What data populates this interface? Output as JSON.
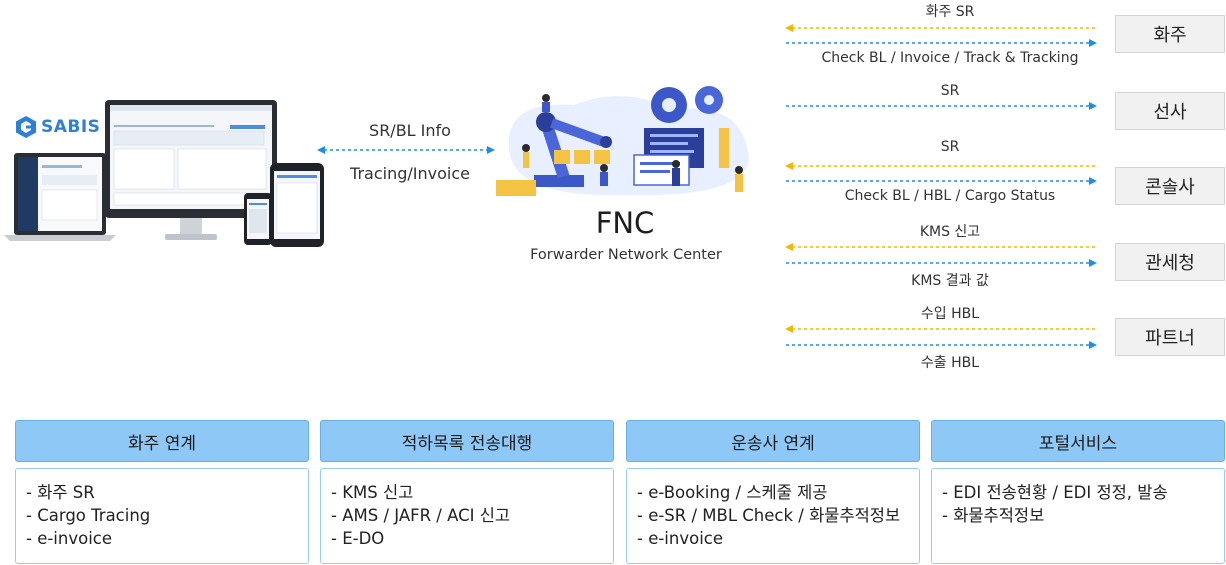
{
  "left": {
    "logo_text": "SABIS",
    "link_top": "SR/BL Info",
    "link_bottom": "Tracing/Invoice"
  },
  "center": {
    "title": "FNC",
    "subtitle": "Forwarder Network Center"
  },
  "partners": [
    {
      "name": "화주",
      "flow_in": "화주 SR",
      "flow_out": "Check BL / Invoice / Track & Tracking"
    },
    {
      "name": "선사",
      "flow_in": "",
      "flow_out": "SR"
    },
    {
      "name": "콘솔사",
      "flow_in": "SR",
      "flow_out": "Check BL / HBL / Cargo Status"
    },
    {
      "name": "관세청",
      "flow_in": "KMS 신고",
      "flow_out": "KMS 결과 값"
    },
    {
      "name": "파트너",
      "flow_in": "수입 HBL",
      "flow_out": "수출 HBL"
    }
  ],
  "sections": [
    {
      "title": "화주 연계",
      "items": [
        "- 화주 SR",
        "- Cargo Tracing",
        "- e-invoice"
      ]
    },
    {
      "title": "적하목록 전송대행",
      "items": [
        "- KMS 신고",
        "- AMS / JAFR / ACI 신고",
        "- E-DO"
      ]
    },
    {
      "title": "운송사 연계",
      "items": [
        "- e-Booking / 스케줄 제공",
        "- e-SR / MBL Check / 화물추적정보",
        "- e-invoice"
      ]
    },
    {
      "title": "포털서비스",
      "items": [
        "- EDI 전송현황 / EDI 정정, 발송",
        "- 화물추적정보"
      ]
    }
  ],
  "colors": {
    "arrow_blue": "#1e8ee8",
    "arrow_yellow": "#f5b800",
    "section_head": "#8ec8f6"
  }
}
